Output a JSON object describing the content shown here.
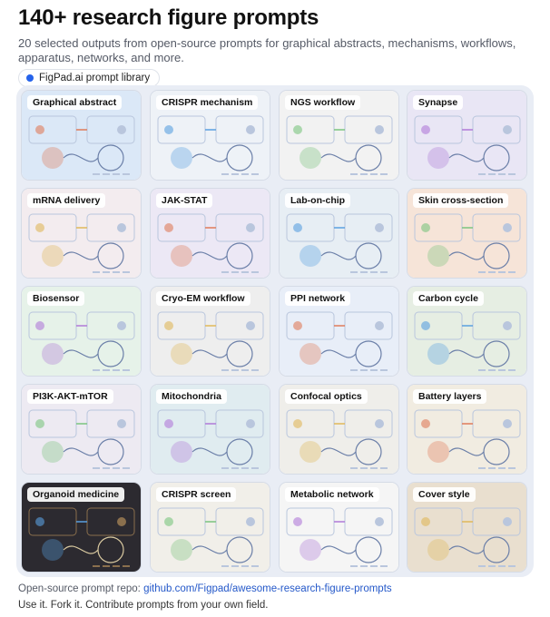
{
  "header": {
    "title": "140+ research figure prompts",
    "subtitle": "20 selected outputs from open-source prompts for graphical abstracts, mechanisms, workflows, apparatus, networks, and more.",
    "badge": "FigPad.ai prompt library"
  },
  "colors": {
    "accent": "#2563eb",
    "link": "#2458c9",
    "panel": "#e9edf5"
  },
  "gallery": {
    "tiles": [
      {
        "label": "Graphical abstract",
        "icon": "cell-pathway-icon",
        "tint": "#dbe8f7"
      },
      {
        "label": "CRISPR mechanism",
        "icon": "dna-scissors-icon",
        "tint": "#eef2f7"
      },
      {
        "label": "NGS workflow",
        "icon": "sequencer-icon",
        "tint": "#f2f2f2"
      },
      {
        "label": "Synapse",
        "icon": "neuron-icon",
        "tint": "#e9e6f5"
      },
      {
        "label": "mRNA delivery",
        "icon": "lipid-nanoparticle-icon",
        "tint": "#f3ecef"
      },
      {
        "label": "JAK-STAT",
        "icon": "receptor-icon",
        "tint": "#ece8f5"
      },
      {
        "label": "Lab-on-chip",
        "icon": "microfluidic-chip-icon",
        "tint": "#e7eef4"
      },
      {
        "label": "Skin cross-section",
        "icon": "skin-layers-icon",
        "tint": "#f6e4d8"
      },
      {
        "label": "Biosensor",
        "icon": "biosensor-icon",
        "tint": "#e6f2e9"
      },
      {
        "label": "Cryo-EM workflow",
        "icon": "microscope-icon",
        "tint": "#eeeeee"
      },
      {
        "label": "PPI network",
        "icon": "network-icon",
        "tint": "#e8eef8"
      },
      {
        "label": "Carbon cycle",
        "icon": "landscape-icon",
        "tint": "#e6eee3"
      },
      {
        "label": "PI3K-AKT-mTOR",
        "icon": "signaling-cascade-icon",
        "tint": "#edeaf2"
      },
      {
        "label": "Mitochondria",
        "icon": "mitochondrion-icon",
        "tint": "#e0ecf0"
      },
      {
        "label": "Confocal optics",
        "icon": "optics-bench-icon",
        "tint": "#efeeea"
      },
      {
        "label": "Battery layers",
        "icon": "battery-cell-icon",
        "tint": "#f1ece1"
      },
      {
        "label": "Organoid medicine",
        "icon": "organoid-icon",
        "tint": "#2c2a30"
      },
      {
        "label": "CRISPR screen",
        "icon": "screen-workflow-icon",
        "tint": "#f1efe9"
      },
      {
        "label": "Metabolic network",
        "icon": "cycle-icon",
        "tint": "#f5f5f5"
      },
      {
        "label": "Cover style",
        "icon": "brain-icon",
        "tint": "#e9dfcf"
      }
    ]
  },
  "footer": {
    "repo_prefix": "Open-source prompt repo: ",
    "repo_link": "github.com/Figpad/awesome-research-figure-prompts",
    "cta": "Use it. Fork it. Contribute prompts from your own field."
  }
}
